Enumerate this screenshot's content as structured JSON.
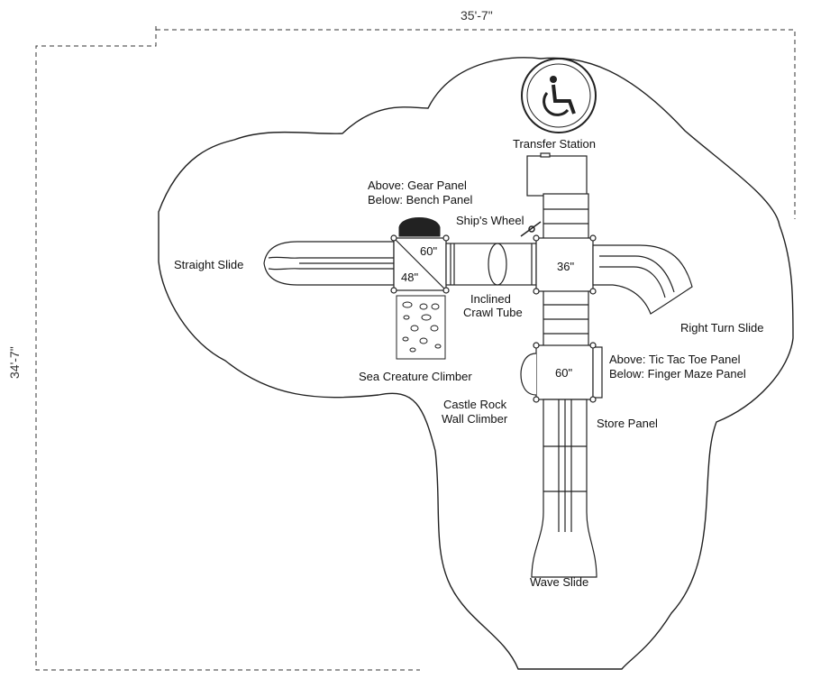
{
  "dimensions": {
    "width": "35'-7\"",
    "depth": "34'-7\""
  },
  "labels": {
    "transfer_station": "Transfer Station",
    "gear_panel_above": "Above: Gear Panel",
    "bench_panel_below": "Below: Bench Panel",
    "ships_wheel": "Ship's Wheel",
    "straight_slide": "Straight Slide",
    "inclined_line1": "Inclined",
    "inclined_line2": "Crawl Tube",
    "sea_creature_climber": "Sea Creature Climber",
    "castle_rock_line1": "Castle Rock",
    "castle_rock_line2": "Wall Climber",
    "right_turn_slide": "Right Turn Slide",
    "tic_tac_toe_above": "Above: Tic Tac Toe Panel",
    "finger_maze_below": "Below: Finger Maze Panel",
    "store_panel": "Store Panel",
    "wave_slide": "Wave Slide"
  },
  "deck_heights": {
    "left_upper": "60\"",
    "left_lower": "48\"",
    "center": "36\"",
    "lower": "60\""
  },
  "colors": {
    "outline": "#222222",
    "dashed": "#333333",
    "fill": "#ffffff"
  },
  "icons": [
    "accessibility-icon"
  ]
}
